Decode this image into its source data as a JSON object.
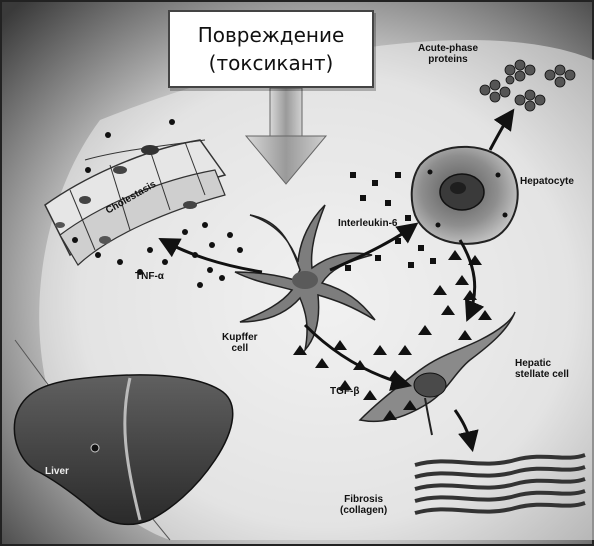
{
  "title": {
    "line1": "Повреждение",
    "line2": "(токсикант)"
  },
  "labels": {
    "acute_phase_line1": "Acute-phase",
    "acute_phase_line2": "proteins",
    "hepatocyte": "Hepatocyte",
    "cholestasis": "Cholestasis",
    "interleukin": "Interleukin-6",
    "tnf": "TNF-α",
    "kupffer_line1": "Kupffer",
    "kupffer_line2": "cell",
    "hepatic_stellate_line1": "Hepatic",
    "hepatic_stellate_line2": "stellate cell",
    "tgf": "TGF-β",
    "liver": "Liver",
    "fibrosis_line1": "Fibrosis",
    "fibrosis_line2": "(collagen)"
  },
  "colors": {
    "arrow": "#111111",
    "cell_fill": "#8a8a8a",
    "background_dark": "#3a3a3a"
  }
}
